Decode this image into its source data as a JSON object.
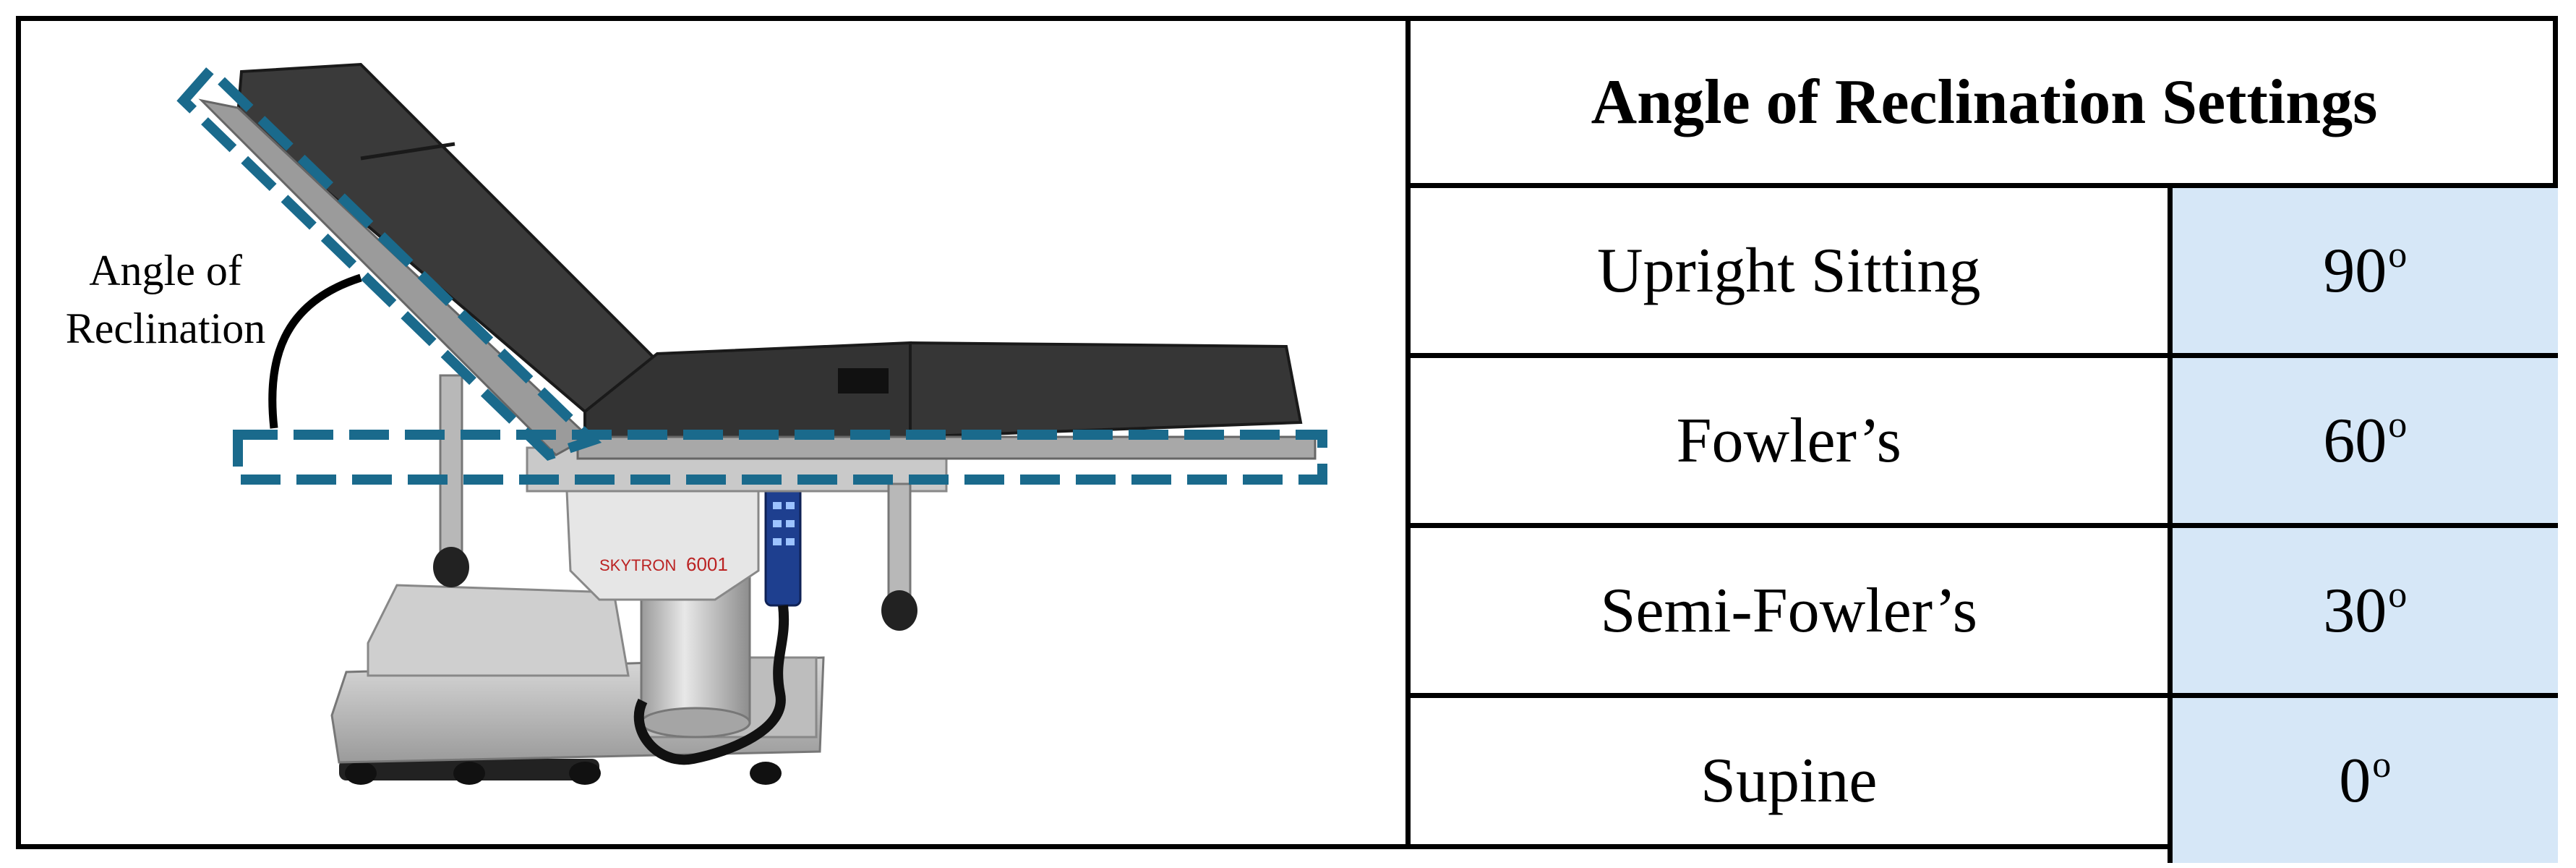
{
  "figure": {
    "angle_label_line1": "Angle of",
    "angle_label_line2": "Reclination",
    "table_title": "Angle of Reclination Settings",
    "degree_symbol": "o",
    "rows": [
      {
        "name": "Upright Sitting",
        "value": "90"
      },
      {
        "name": "Fowler’s",
        "value": "60"
      },
      {
        "name": "Semi-Fowler’s",
        "value": "30"
      },
      {
        "name": "Supine",
        "value": "0"
      }
    ],
    "device_brand": "SKYTRON",
    "device_model": "6001"
  },
  "colors": {
    "dashed_outline": "#1a6a8c",
    "value_cell_fill": "#d6e7f7",
    "mattress": "#2f2f2f"
  }
}
